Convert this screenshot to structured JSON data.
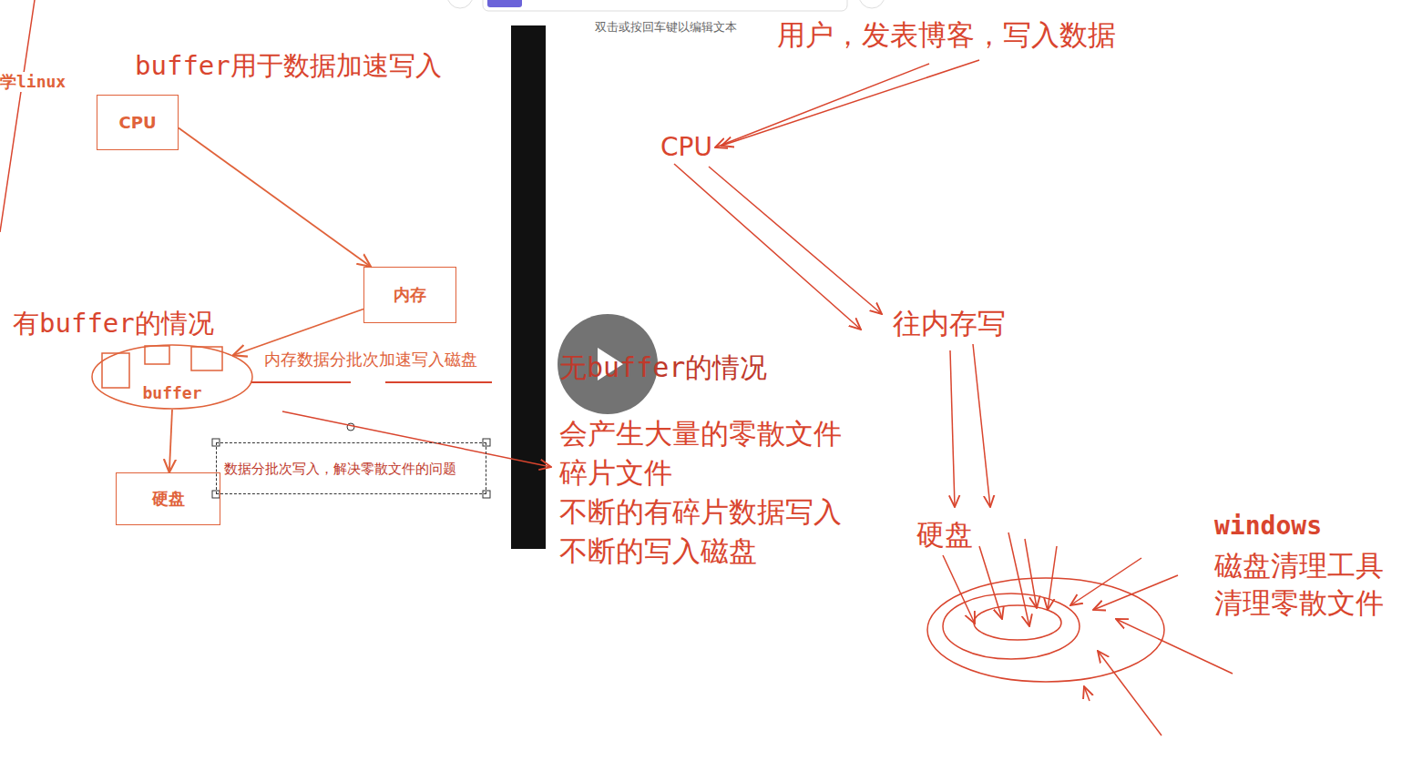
{
  "diagram": {
    "nodes": [
      {
        "text": [
          "CPU"
        ]
      },
      {
        "text": [
          "内存"
        ]
      },
      {
        "text": [
          "buffer"
        ]
      },
      {
        "text": [
          "硬盘"
        ]
      },
      {
        "text": [
          "数据分批次写入，解决零散文件的问题"
        ]
      }
    ],
    "edges": [
      {
        "from": 0,
        "to": 1,
        "arrow": "to"
      },
      {
        "from": 1,
        "to": 2,
        "arrow": "to"
      },
      {
        "from": 2,
        "to": 3,
        "arrow": "to"
      }
    ],
    "labels": [
      "学linux",
      "buffer用于数据加速写入",
      "有buffer的情况",
      "内存数据分批次加速写入磁盘",
      "无buffer的情况",
      "会产生大量的零散文件",
      "碎片文件",
      "不断的有碎片数据写入",
      "不断的写入磁盘",
      "用户，发表博客，写入数据",
      "CPU",
      "往内存写",
      "硬盘",
      "windows",
      "磁盘清理工具",
      "清理零散文件",
      "双击或按回车键以编辑文本"
    ]
  }
}
